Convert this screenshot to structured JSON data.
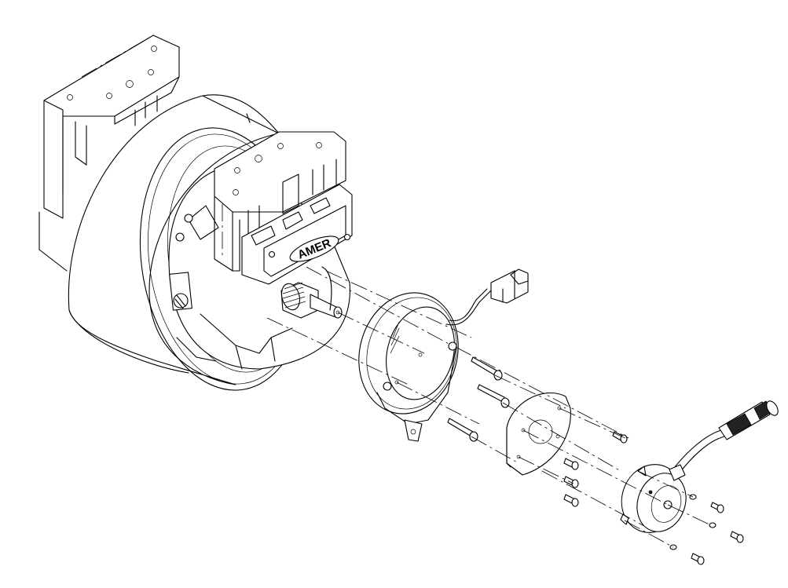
{
  "diagram": {
    "type": "exploded-assembly-view",
    "subject": "traction motor with electromagnetic brake and encoder",
    "colors": {
      "background": "#ffffff",
      "line": "#000000"
    },
    "components": [
      {
        "id": "motor-housing",
        "label": "AMER"
      },
      {
        "id": "rear-mounting-bracket"
      },
      {
        "id": "front-mounting-bracket"
      },
      {
        "id": "splined-shaft"
      },
      {
        "id": "brake-ring"
      },
      {
        "id": "brake-connector"
      },
      {
        "id": "brake-bolts",
        "count": 3
      },
      {
        "id": "adapter-plate"
      },
      {
        "id": "plate-screws",
        "count": 4
      },
      {
        "id": "encoder"
      },
      {
        "id": "encoder-cable-connector"
      },
      {
        "id": "encoder-screws",
        "count": 3
      },
      {
        "id": "encoder-washers",
        "count": 3
      }
    ]
  }
}
